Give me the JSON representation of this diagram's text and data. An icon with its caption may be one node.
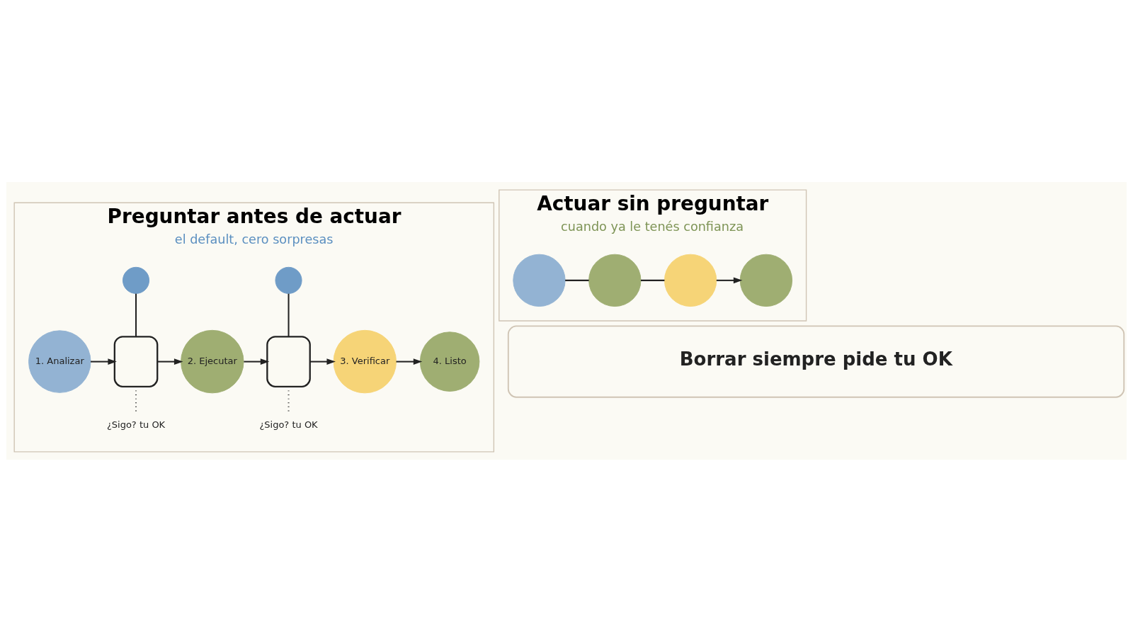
{
  "diagram": {
    "nodes": [
      {
        "text": [
          "Preguntar antes de actuar",
          "el default, cero sorpresas"
        ]
      },
      {
        "text": [
          "1. Analizar"
        ],
        "in": 0
      },
      {
        "text": [],
        "shape": "circle",
        "in": 0
      },
      {
        "text": [],
        "shape": "box",
        "in": 0
      },
      {
        "text": [
          "¿Sigo? tu OK"
        ],
        "in": 0
      },
      {
        "text": [
          "2. Ejecutar"
        ],
        "in": 0
      },
      {
        "text": [],
        "shape": "circle",
        "in": 0
      },
      {
        "text": [],
        "shape": "box",
        "in": 0
      },
      {
        "text": [
          "¿Sigo? tu OK"
        ],
        "in": 0
      },
      {
        "text": [
          "3. Verificar"
        ],
        "in": 0
      },
      {
        "text": [
          "4. Listo"
        ],
        "in": 0
      },
      {
        "text": [
          "Actuar sin preguntar",
          "cuando ya le tenés confianza"
        ]
      },
      {
        "text": [],
        "shape": "circle",
        "in": 11
      },
      {
        "text": [],
        "shape": "circle",
        "in": 11
      },
      {
        "text": [],
        "shape": "circle",
        "in": 11
      },
      {
        "text": [],
        "shape": "circle",
        "in": 11
      },
      {
        "text": [
          "Borrar siempre pide tu OK"
        ]
      }
    ],
    "edges": [
      {
        "from": 1,
        "to": 3,
        "arrow": "to"
      },
      {
        "from": 2,
        "to": 3,
        "arrow": "none"
      },
      {
        "from": 3,
        "to": 4,
        "arrow": "none",
        "style": "dashed"
      },
      {
        "from": 3,
        "to": 5,
        "arrow": "to"
      },
      {
        "from": 5,
        "to": 7,
        "arrow": "to"
      },
      {
        "from": 6,
        "to": 7,
        "arrow": "none"
      },
      {
        "from": 7,
        "to": 8,
        "arrow": "none",
        "style": "dashed"
      },
      {
        "from": 7,
        "to": 9,
        "arrow": "to"
      },
      {
        "from": 9,
        "to": 10,
        "arrow": "to"
      },
      {
        "from": 12,
        "to": 13,
        "arrow": "none"
      },
      {
        "from": 13,
        "to": 14,
        "arrow": "none"
      },
      {
        "from": 14,
        "to": 15,
        "arrow": "to"
      }
    ]
  }
}
